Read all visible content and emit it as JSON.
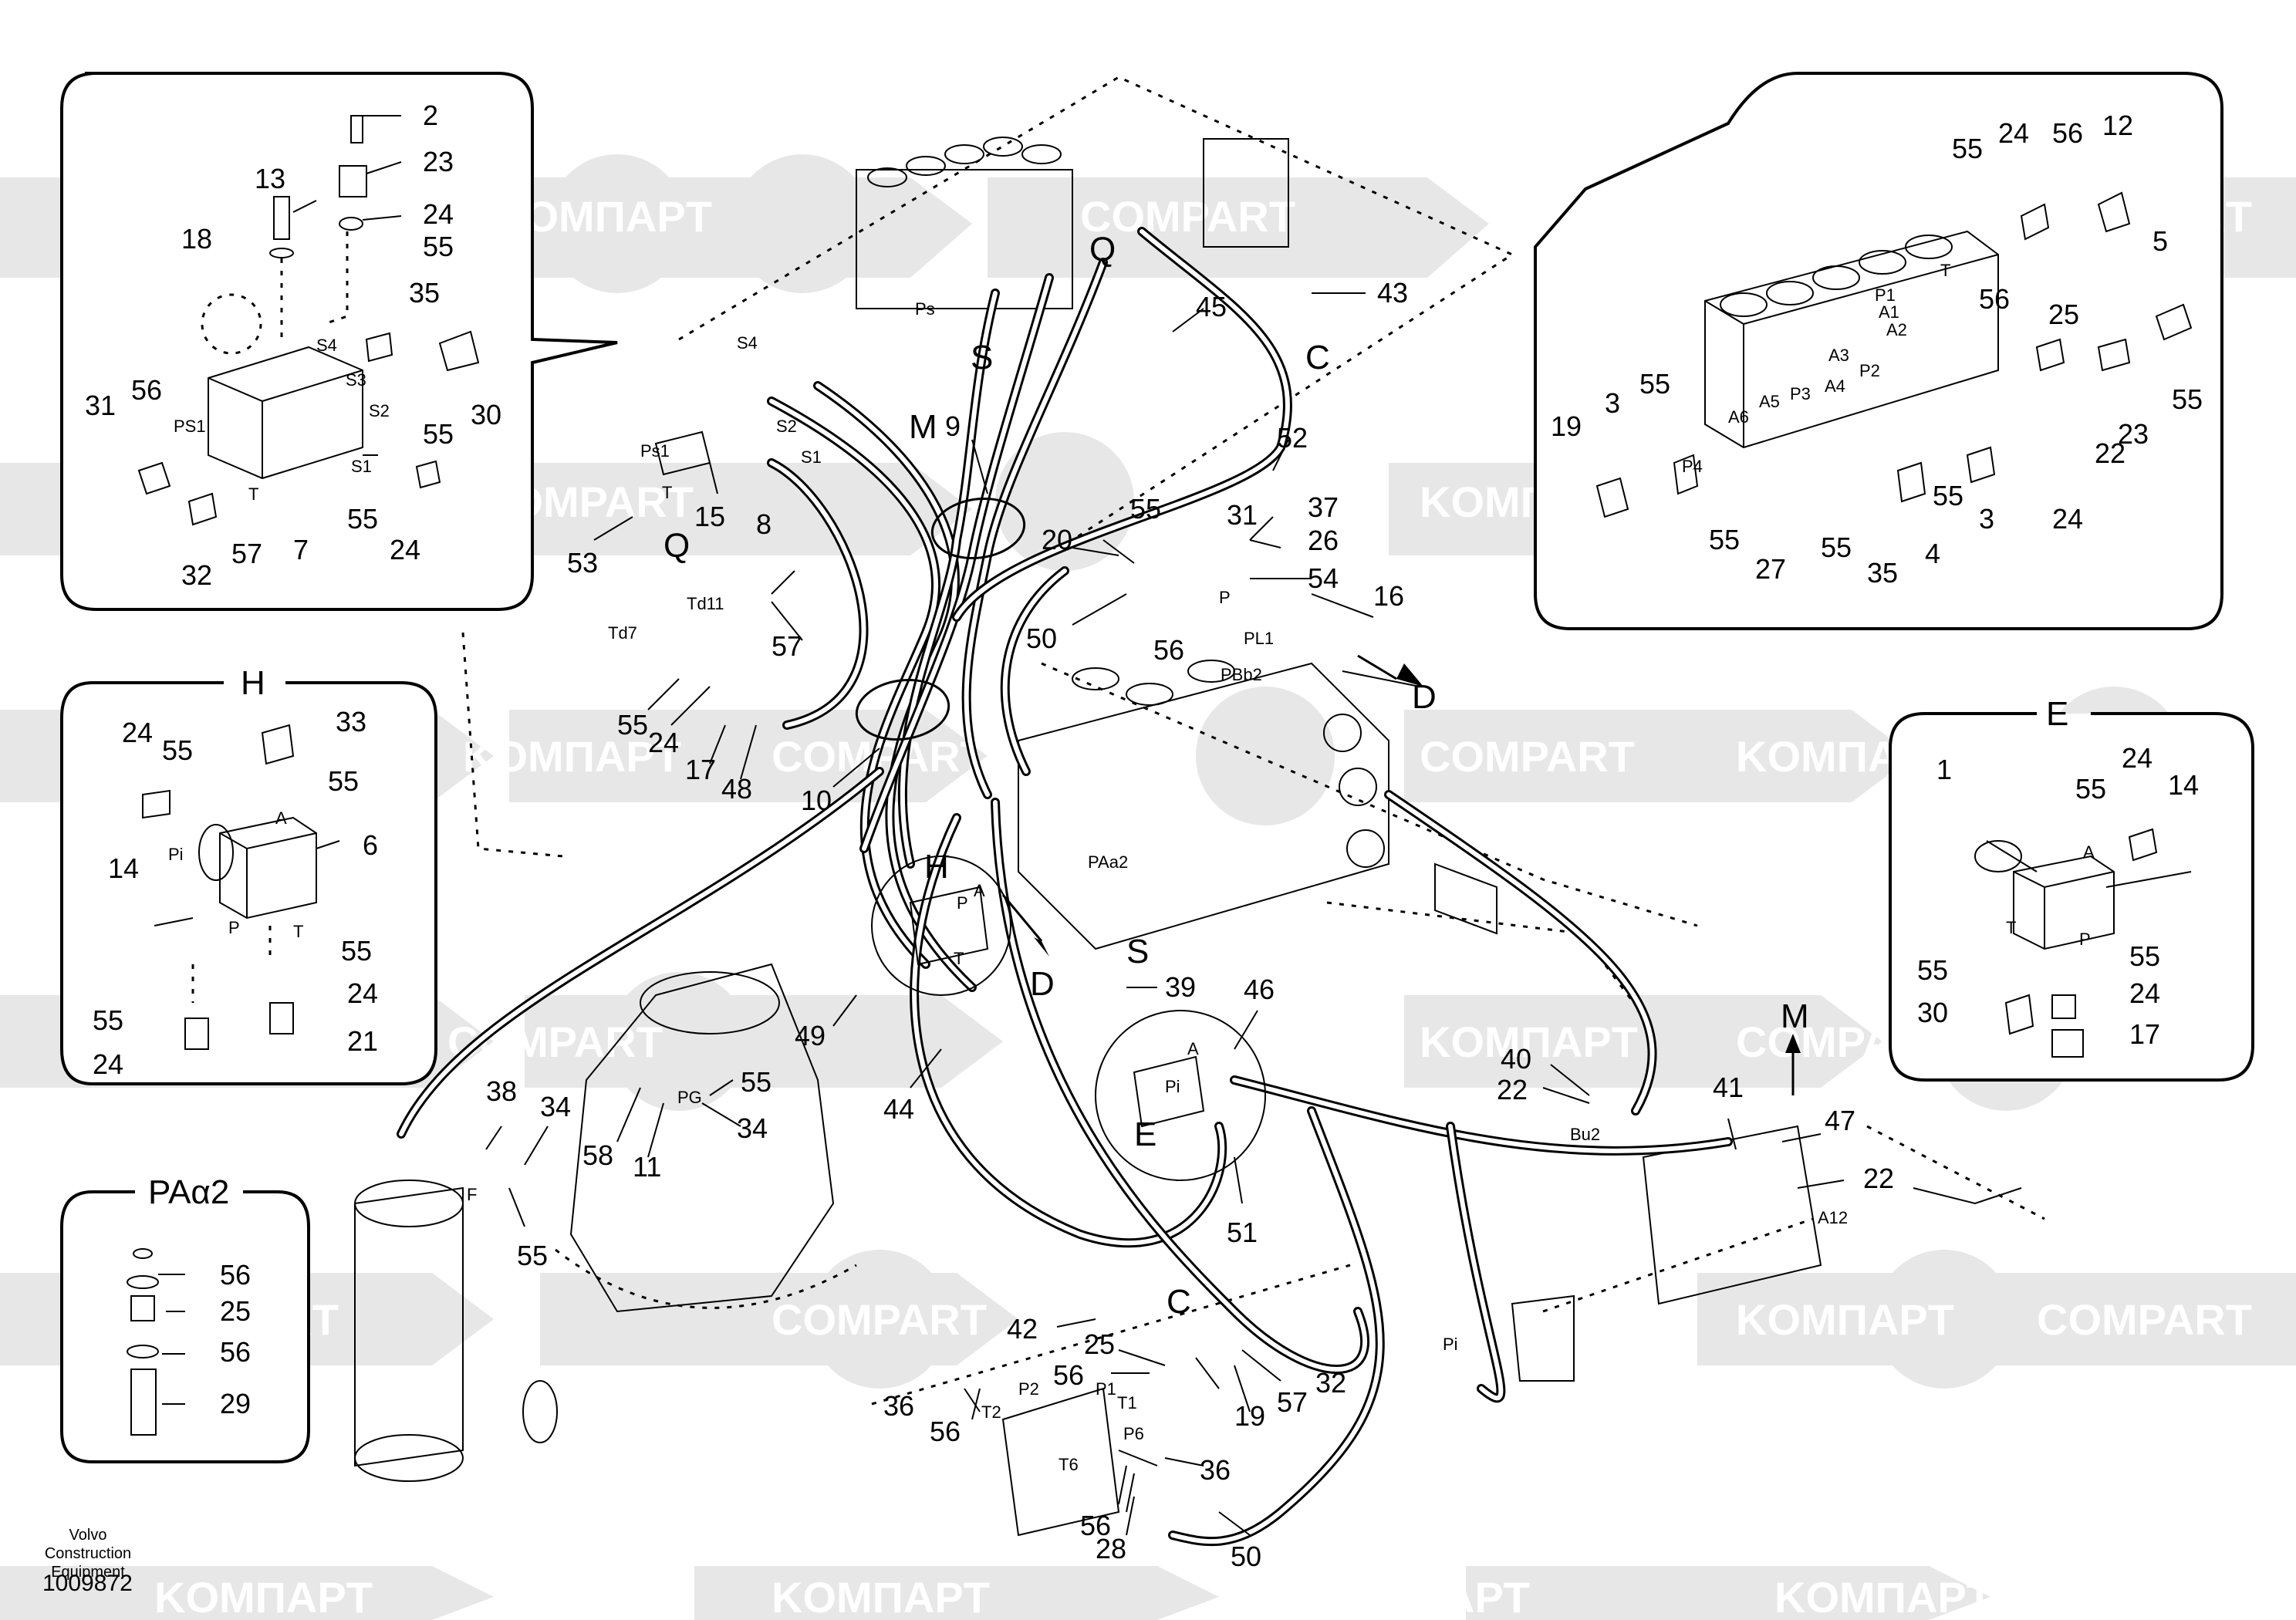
{
  "watermark": {
    "text_a": "COMPART",
    "text_b": "KOMПAPT",
    "color": "#e3e3e3"
  },
  "footer": {
    "company_line1": "Volvo Construction",
    "company_line2": "Equipment",
    "drawing_number": "1009872"
  },
  "insets": {
    "valve_block": {
      "callouts": [
        "2",
        "23",
        "13",
        "24",
        "18",
        "55",
        "35",
        "30",
        "31",
        "56",
        "55",
        "57",
        "7",
        "55",
        "24",
        "32"
      ],
      "ports": [
        "PS1",
        "S4",
        "S3",
        "S2",
        "S1",
        "T"
      ]
    },
    "H": {
      "title": "H",
      "callouts": [
        "24",
        "55",
        "33",
        "55",
        "6",
        "14",
        "55",
        "24",
        "55",
        "24",
        "21"
      ],
      "ports": [
        "A",
        "Pi",
        "P",
        "T"
      ]
    },
    "PAa2": {
      "title": "PAα2",
      "callouts": [
        "56",
        "25",
        "56",
        "29"
      ]
    },
    "solenoid_block": {
      "callouts": [
        "55",
        "24",
        "56",
        "12",
        "5",
        "56",
        "25",
        "19",
        "3",
        "55",
        "55",
        "23",
        "22",
        "55",
        "35",
        "4",
        "27",
        "55",
        "55",
        "24",
        "3"
      ],
      "ports": [
        "P1",
        "A1",
        "A2",
        "A3",
        "A4",
        "A5",
        "A6",
        "P2",
        "P3",
        "P4",
        "T"
      ]
    },
    "E": {
      "title": "E",
      "callouts": [
        "1",
        "55",
        "24",
        "14",
        "55",
        "55",
        "30",
        "24",
        "17"
      ],
      "ports": [
        "A",
        "T",
        "P"
      ]
    }
  },
  "main": {
    "letters": [
      "Q",
      "M",
      "S",
      "C",
      "D",
      "Q",
      "H",
      "D",
      "S",
      "E",
      "M",
      "C"
    ],
    "port_labels": [
      "Ps1",
      "T",
      "S4",
      "S2",
      "S1",
      "Ps",
      "Td11",
      "Td7",
      "P",
      "PL1",
      "PBb2",
      "PAa2",
      "A",
      "T",
      "P",
      "PG",
      "F",
      "Bu2",
      "A12",
      "Pi",
      "P2",
      "P1",
      "T2",
      "T1",
      "P6",
      "T6",
      "Pi",
      "A"
    ],
    "callouts": [
      "43",
      "45",
      "52",
      "9",
      "37",
      "26",
      "54",
      "31",
      "16",
      "55",
      "20",
      "50",
      "56",
      "8",
      "57",
      "15",
      "53",
      "55",
      "24",
      "17",
      "48",
      "10",
      "39",
      "46",
      "49",
      "44",
      "58",
      "11",
      "55",
      "34",
      "38",
      "34",
      "55",
      "40",
      "22",
      "41",
      "47",
      "22",
      "51",
      "42",
      "25",
      "56",
      "32",
      "19",
      "57",
      "36",
      "56",
      "36",
      "56",
      "28",
      "50"
    ]
  }
}
